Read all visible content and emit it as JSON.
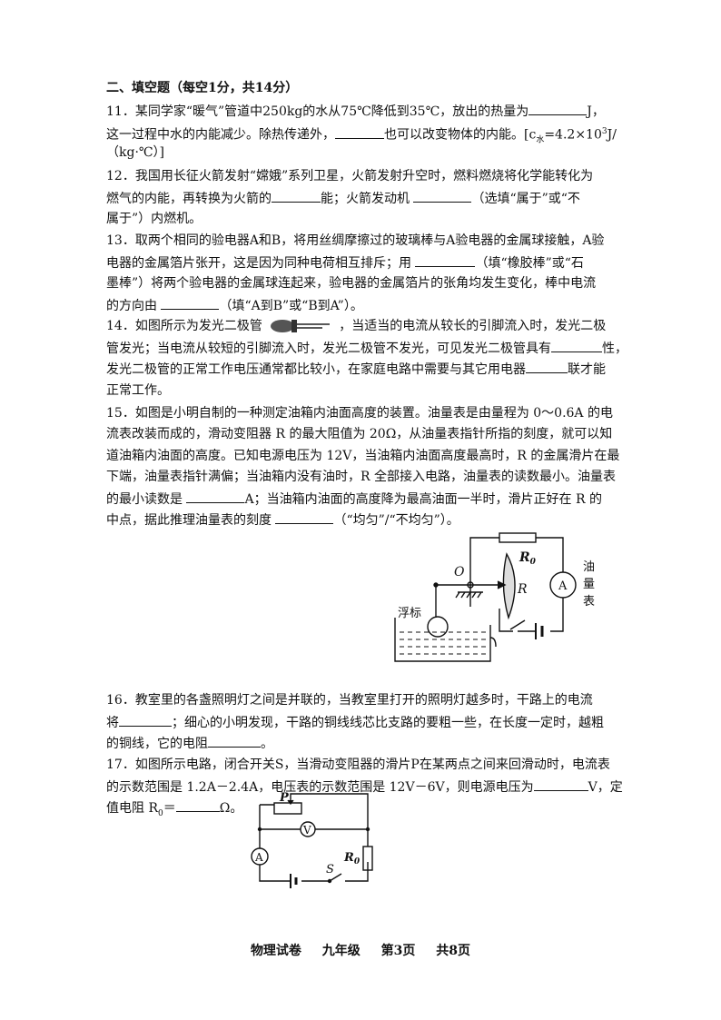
{
  "section_title": "二、填空题（每空1分，共14分）",
  "q11": {
    "l1a": "11．某同学家“暖气”管道中250kg的水从75℃降低到35℃，放出的热量为",
    "l1b": "J，",
    "l2a": "这一过程中水的内能减少。除热传递外，",
    "l2b": "也可以改变物体的内能。[c",
    "l2sub": "水",
    "l2c": "=4.2×10",
    "l2sup": "3",
    "l2d": "J/",
    "l3": "（kg·℃）]"
  },
  "q12": {
    "l1": "12．我国用长征火箭发射“嫦娥”系列卫星，火箭发射升空时，燃料燃烧将化学能转化为",
    "l2a": "燃气的内能，再转换为火箭的",
    "l2b": "能；火箭发动机",
    "l2c": "（选填“属于”或“不",
    "l3": "属于”）内燃机。"
  },
  "q13": {
    "l1": "13．取两个相同的验电器A和B，将用丝绸摩擦过的玻璃棒与A验电器的金属球接触，A验",
    "l2a": "电器的金属箔片张开，这是因为同种电荷相互排斥；用",
    "l2b": "（填“橡胶棒”或“石",
    "l3": "墨棒”）将两个验电器的金属球连起来，验电器的金属箔片的张角均发生变化，棒中电流",
    "l4a": "的方向由",
    "l4b": "（填“A到B”或“B到A”）。"
  },
  "q14": {
    "l1a": "14．如图所示为发光二极管",
    "l1b": "，当适当的电流从较长的引脚流入时，发光二极",
    "l2a": "管发光；当电流从较短的引脚流入时，发光二极管不发光，可见发光二极管具有",
    "l2b": "性，",
    "l3a": "发光二极管的正常工作电压通常都比较小，在家庭电路中需要与其它用电器",
    "l3b": "联才能",
    "l4": "正常工作。"
  },
  "q15": {
    "l1": "15．如图是小明自制的一种测定油箱内油面高度的装置。油量表是由量程为 0～0.6A 的电",
    "l2": "流表改装而成的，滑动变阻器 R 的最大阻值为 20Ω，从油量表指针所指的刻度，就可以知",
    "l3": "道油箱内油面的高度。已知电源电压为 12V，当油箱内油面高度最高时，R 的金属滑片在最",
    "l4": "下端，油量表指针满偏；当油箱内没有油时，R 全部接入电路，油量表的读数最小。油量表",
    "l5a": "的最小读数是",
    "l5b": "A；当油箱内油面的高度降为最高油面一半时，滑片正好在 R 的",
    "l6a": "中点，据此推理油量表的刻度",
    "l6b": "（“均匀”/“不均匀”）。",
    "fig": {
      "r0": "R",
      "r0sub": "0",
      "o": "O",
      "r": "R",
      "ammeter": "A",
      "meter_label": [
        "油",
        "量",
        "表"
      ],
      "float": "浮标"
    }
  },
  "q16": {
    "l1": "16．教室里的各盏照明灯之间是并联的，当教室里打开的照明灯越多时，干路上的电流",
    "l2a": "将",
    "l2b": "；细心的小明发现，干路的铜线线芯比支路的要粗一些，在长度一定时，越粗",
    "l3a": "的铜线，它的电阻",
    "l3b": "。"
  },
  "q17": {
    "l1": "17．如图所示电路，闭合开关S，当滑动变阻器的滑片P在某两点之间来回滑动时，电流表",
    "l2a": "的示数范围是 1.2A－2.4A，电压表的示数范围是 12V－6V，则电源电压为",
    "l2b": "V，定",
    "l3a": "值电阻 R",
    "l3sub": "0",
    "l3b": "＝",
    "l3c": "Ω。",
    "fig": {
      "p": "P",
      "v": "V",
      "a": "A",
      "r0": "R",
      "r0sub": "0",
      "s": "S"
    }
  },
  "footer": "物理试卷 九年级 第3页 共8页"
}
